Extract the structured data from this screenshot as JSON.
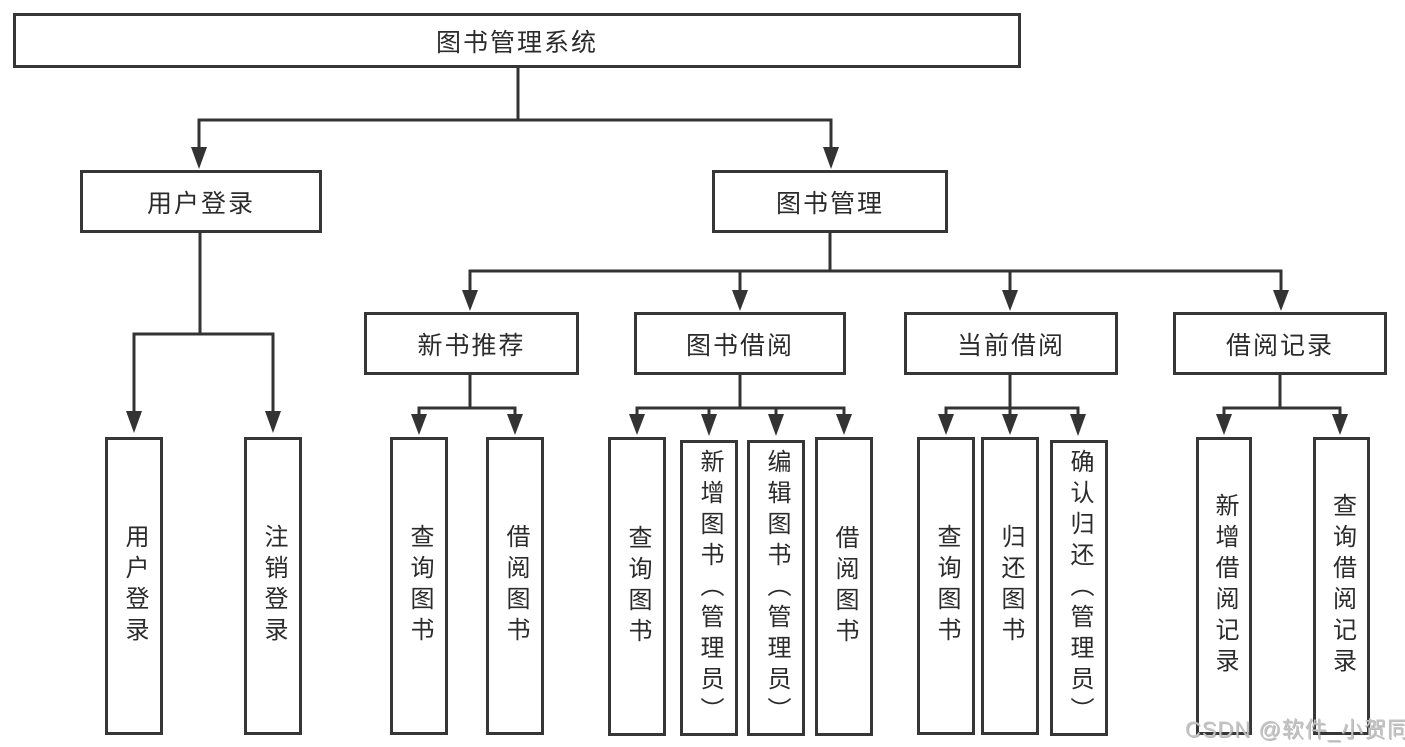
{
  "diagram": {
    "nodes": {
      "root": "图书管理系统",
      "user_login": "用户登录",
      "book_mgmt": "图书管理",
      "new_book_rec": "新书推荐",
      "book_borrow": "图书借阅",
      "current_borrow": "当前借阅",
      "borrow_records": "借阅记录",
      "login": "用户登录",
      "logout": "注销登录",
      "rec_query_book": "查询图书",
      "rec_borrow_book": "借阅图书",
      "bb_query_book": "查询图书",
      "bb_add_book": "新增图书（管理员）",
      "bb_edit_book": "编辑图书（管理员）",
      "bb_borrow_book": "借阅图书",
      "cb_query_book": "查询图书",
      "cb_return_book": "归还图书",
      "cb_confirm_return": "确认归还（管理员）",
      "br_add_record": "新增借阅记录",
      "br_query_record": "查询借阅记录"
    },
    "colors": {
      "line": "#333333",
      "border": "#363636",
      "text": "#2b2b2b",
      "watermark_text": "#c3c3c3"
    },
    "watermark": "CSDN @软件_小贺同学"
  }
}
